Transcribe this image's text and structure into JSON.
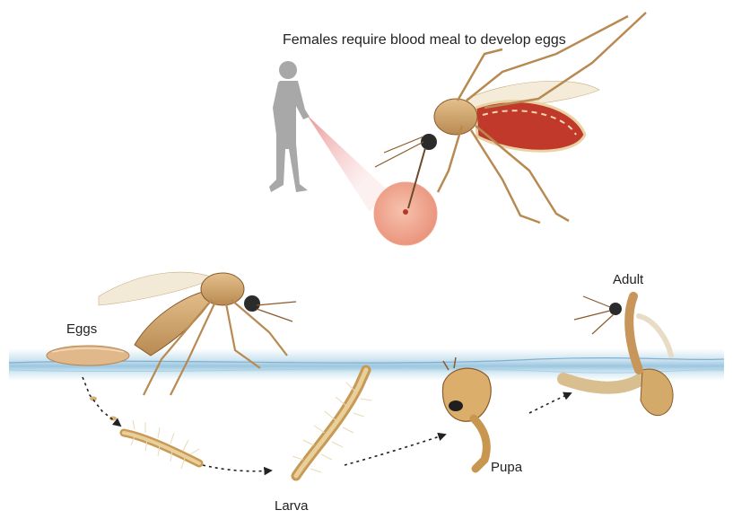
{
  "caption": "Females require blood meal to develop eggs",
  "stages": {
    "eggs": "Eggs",
    "larva": "Larva",
    "pupa": "Pupa",
    "adult": "Adult"
  },
  "colors": {
    "mosquito_body": "#d9b27a",
    "mosquito_dark": "#8a5a2b",
    "blood": "#c0392b",
    "skin": "#f3b39a",
    "water": "#bcd9ea",
    "human": "#a8a8a8",
    "arrow": "#222222"
  }
}
